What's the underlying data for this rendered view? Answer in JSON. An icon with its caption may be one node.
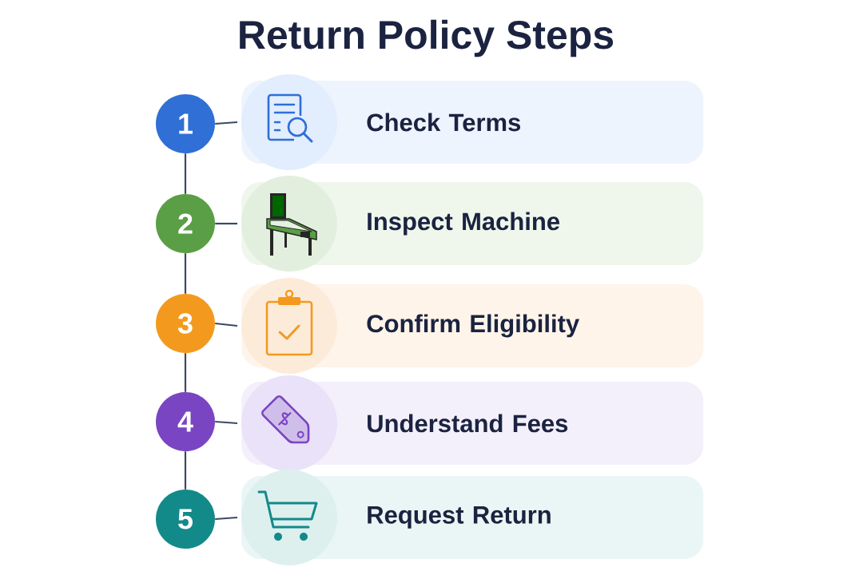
{
  "diagram": {
    "title": "Return Policy Steps",
    "nodes": [
      {
        "text": [
          "1"
        ]
      },
      {
        "text": [
          "Check Terms"
        ]
      },
      {
        "text": [
          "2"
        ]
      },
      {
        "text": [
          "Inspect Machine"
        ]
      },
      {
        "text": [
          "3"
        ]
      },
      {
        "text": [
          "Confirm Eligibility"
        ]
      },
      {
        "text": [
          "4"
        ]
      },
      {
        "text": [
          "Understand Fees"
        ]
      },
      {
        "text": [
          "5"
        ]
      },
      {
        "text": [
          "Request Return"
        ]
      }
    ],
    "edges": [
      {
        "from": 0,
        "to": 1,
        "arrow": "none"
      },
      {
        "from": 0,
        "to": 2,
        "arrow": "none"
      },
      {
        "from": 2,
        "to": 3,
        "arrow": "none"
      },
      {
        "from": 2,
        "to": 4,
        "arrow": "none"
      },
      {
        "from": 4,
        "to": 5,
        "arrow": "none"
      },
      {
        "from": 4,
        "to": 6,
        "arrow": "none"
      },
      {
        "from": 6,
        "to": 7,
        "arrow": "none"
      },
      {
        "from": 6,
        "to": 8,
        "arrow": "none"
      },
      {
        "from": 8,
        "to": 9,
        "arrow": "none"
      }
    ]
  }
}
